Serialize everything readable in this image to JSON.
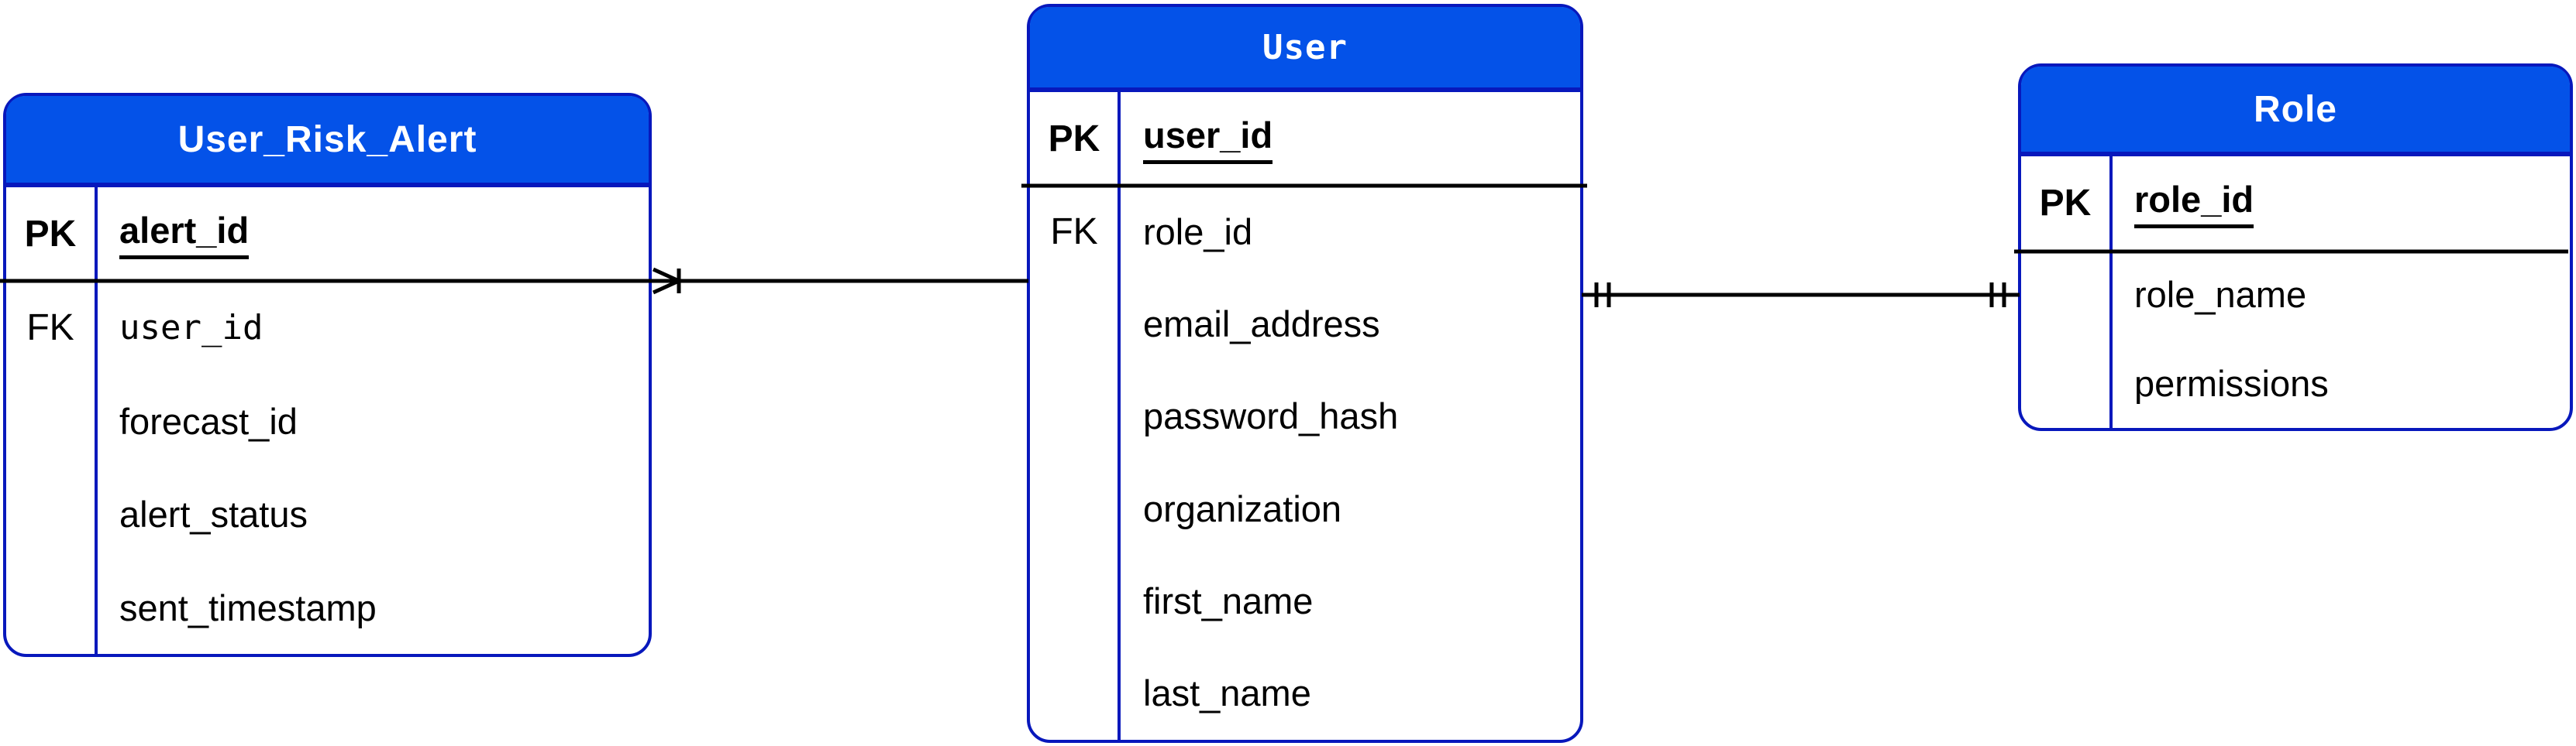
{
  "diagram": {
    "type": "entity-relationship-diagram",
    "notation": "crow's foot",
    "colors": {
      "header_fill": "#0452e8",
      "table_border": "#0818bc",
      "line_color": "#000000",
      "title_text": "#ffffff",
      "attribute_text": "#000000",
      "background": "#ffffff"
    }
  },
  "tables": [
    {
      "title": "User_Risk_Alert",
      "pk": {
        "key": "PK",
        "name": "alert_id"
      },
      "rows": [
        {
          "key": "FK",
          "name": "user_id",
          "mono": true
        },
        {
          "key": "",
          "name": "forecast_id"
        },
        {
          "key": "",
          "name": "alert_status"
        },
        {
          "key": "",
          "name": "sent_timestamp"
        }
      ]
    },
    {
      "title": "User",
      "title_mono": true,
      "pk": {
        "key": "PK",
        "name": "user_id"
      },
      "rows": [
        {
          "key": "FK",
          "name": "role_id"
        },
        {
          "key": "",
          "name": "email_address"
        },
        {
          "key": "",
          "name": "password_hash"
        },
        {
          "key": "",
          "name": "organization"
        },
        {
          "key": "",
          "name": "first_name"
        },
        {
          "key": "",
          "name": "last_name"
        }
      ]
    },
    {
      "title": "Role",
      "pk": {
        "key": "PK",
        "name": "role_id"
      },
      "rows": [
        {
          "key": "",
          "name": "role_name"
        },
        {
          "key": "",
          "name": "permissions"
        }
      ]
    }
  ],
  "relationships": [
    {
      "from_table": "User_Risk_Alert",
      "to_table": "User",
      "marker_at_from": "one-or-many-crows-foot-with-tick",
      "marker_at_to": "none"
    },
    {
      "from_table": "User",
      "to_table": "Role",
      "marker_at_from": "one-and-only-one-double-tick",
      "marker_at_to": "one-and-only-one-double-tick"
    }
  ]
}
